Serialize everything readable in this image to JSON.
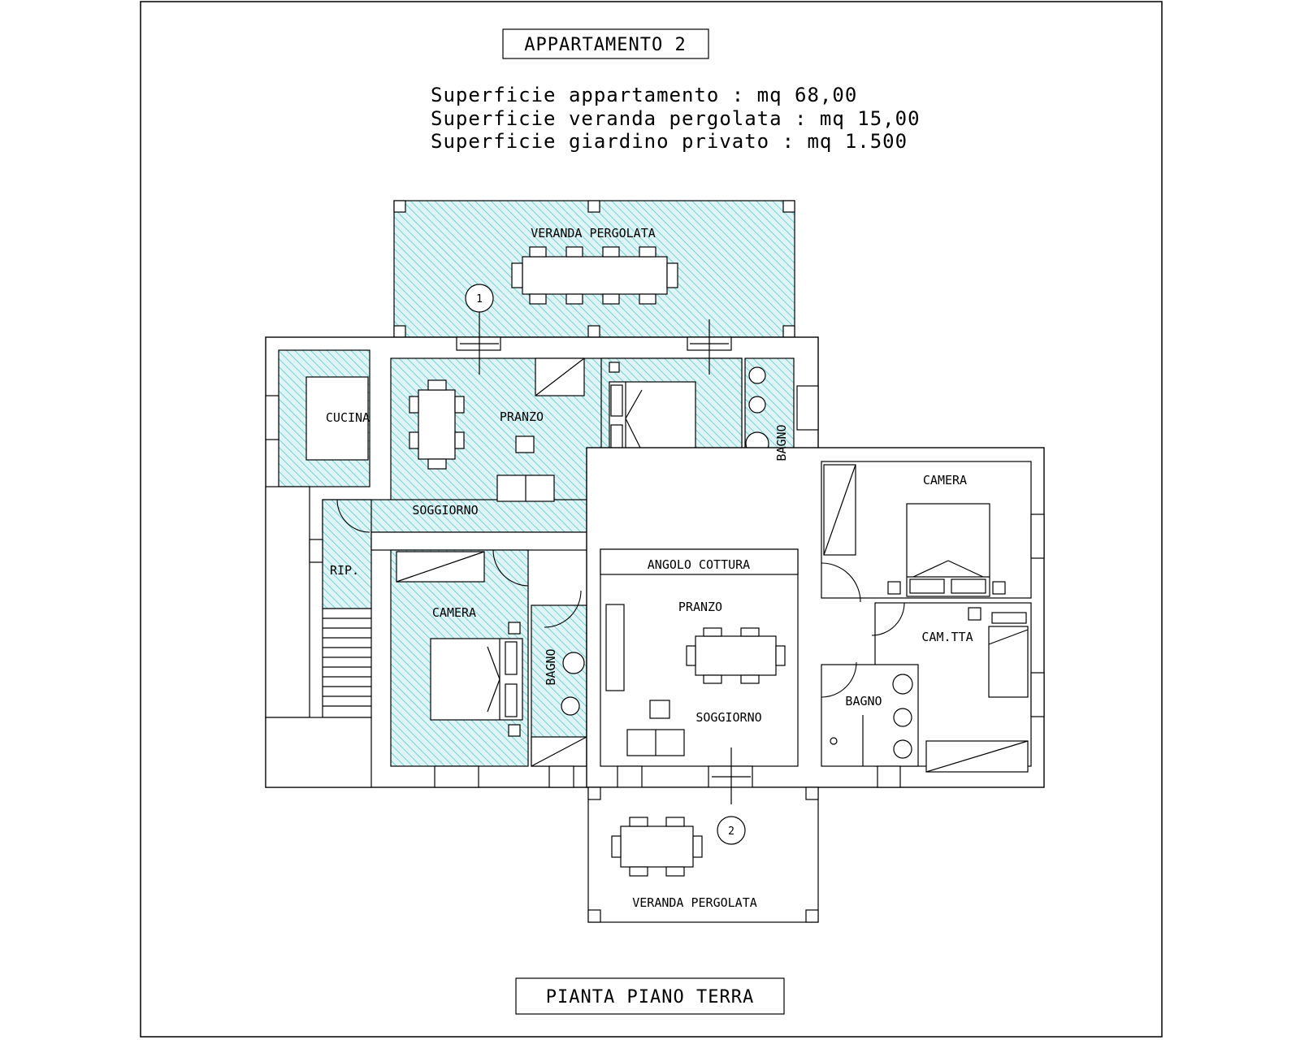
{
  "title": "APPARTAMENTO 2",
  "areas": [
    "Superficie appartamento : mq 68,00",
    "Superficie veranda pergolata : mq 15,00",
    "Superficie giardino privato : mq 1.500"
  ],
  "footer_title": "PIANTA PIANO TERRA",
  "rooms": {
    "veranda_top": "VERANDA PERGOLATA",
    "cucina": "CUCINA",
    "pranzo_a": "PRANZO",
    "soggiorno_a": "SOGGIORNO",
    "bagno_a": "BAGNO",
    "rip": "RIP.",
    "camera_a": "CAMERA",
    "bagno_b": "BAGNO",
    "angolo_cottura": "ANGOLO COTTURA",
    "pranzo_b": "PRANZO",
    "soggiorno_b": "SOGGIORNO",
    "camera_b": "CAMERA",
    "cam_tta": "CAM.TTA",
    "bagno_c": "BAGNO",
    "veranda_bottom": "VERANDA PERGOLATA"
  },
  "markers": [
    "1",
    "2"
  ],
  "colors": {
    "hatch": "#5fc8cf",
    "hatch_background": "#dff4f5",
    "lines": "#000000"
  }
}
